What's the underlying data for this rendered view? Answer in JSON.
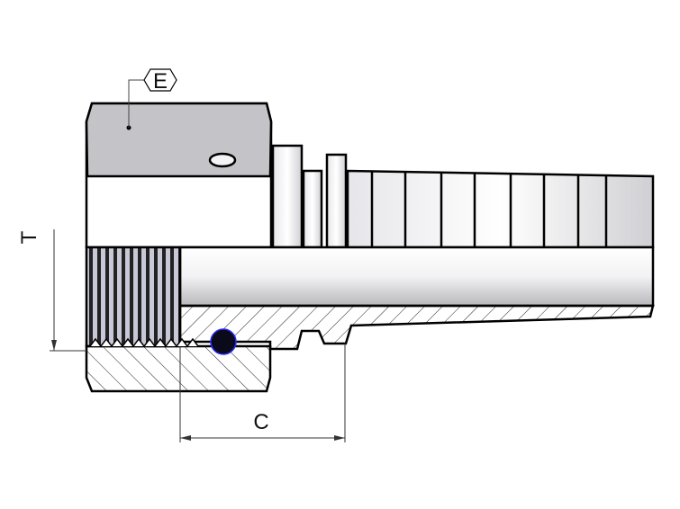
{
  "drawing": {
    "labels": {
      "hex": "E",
      "thread": "T",
      "length": "C"
    },
    "colors": {
      "nut": "#c4c4c8",
      "oring": "#0a0a1a",
      "oring_edge": "#2a2aff",
      "line": "#000000"
    }
  }
}
